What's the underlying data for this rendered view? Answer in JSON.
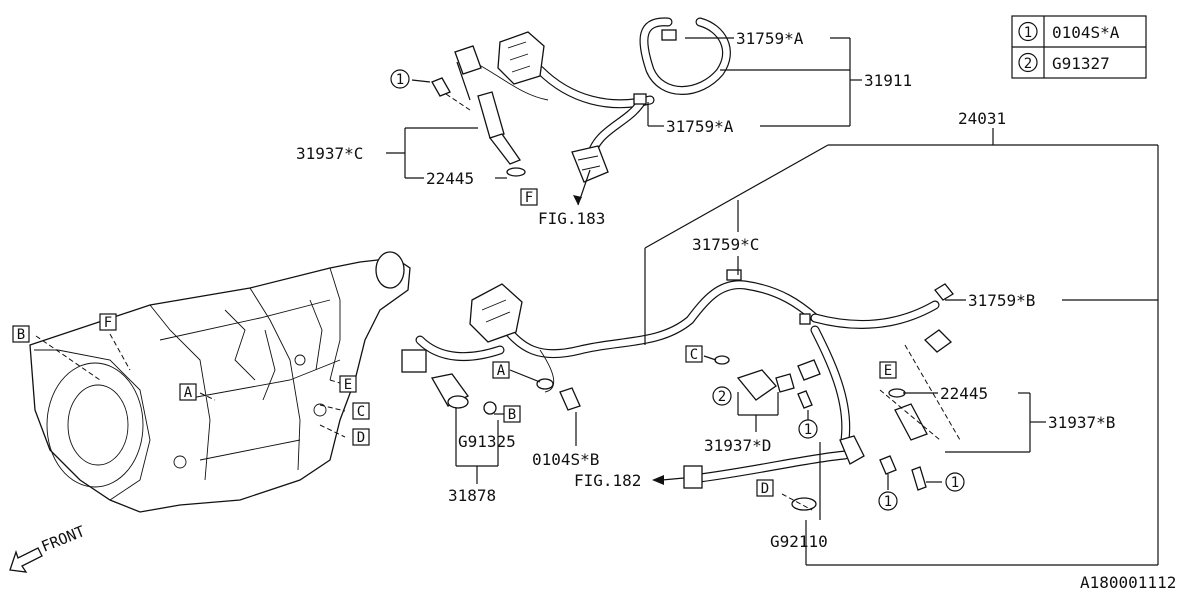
{
  "legend": [
    {
      "symbol": "1",
      "code": "0104S*A"
    },
    {
      "symbol": "2",
      "code": "G91327"
    }
  ],
  "parts": {
    "p31759A_top": "31759*A",
    "p31911": "31911",
    "p31759A_bot": "31759*A",
    "p31937C": "31937*C",
    "p22445_top": "22445",
    "fig183": "FIG.183",
    "p24031": "24031",
    "p31759C": "31759*C",
    "p31759B": "31759*B",
    "p22445_right": "22445",
    "p31937B": "31937*B",
    "p31937D": "31937*D",
    "pG91325": "G91325",
    "p31878": "31878",
    "p0104SB": "0104S*B",
    "fig182": "FIG.182",
    "pG92110": "G92110",
    "ref": "A180001112",
    "front": "FRONT"
  },
  "markers": {
    "one": "1",
    "two": "2",
    "A": "A",
    "B": "B",
    "C": "C",
    "D": "D",
    "E": "E",
    "F": "F"
  }
}
